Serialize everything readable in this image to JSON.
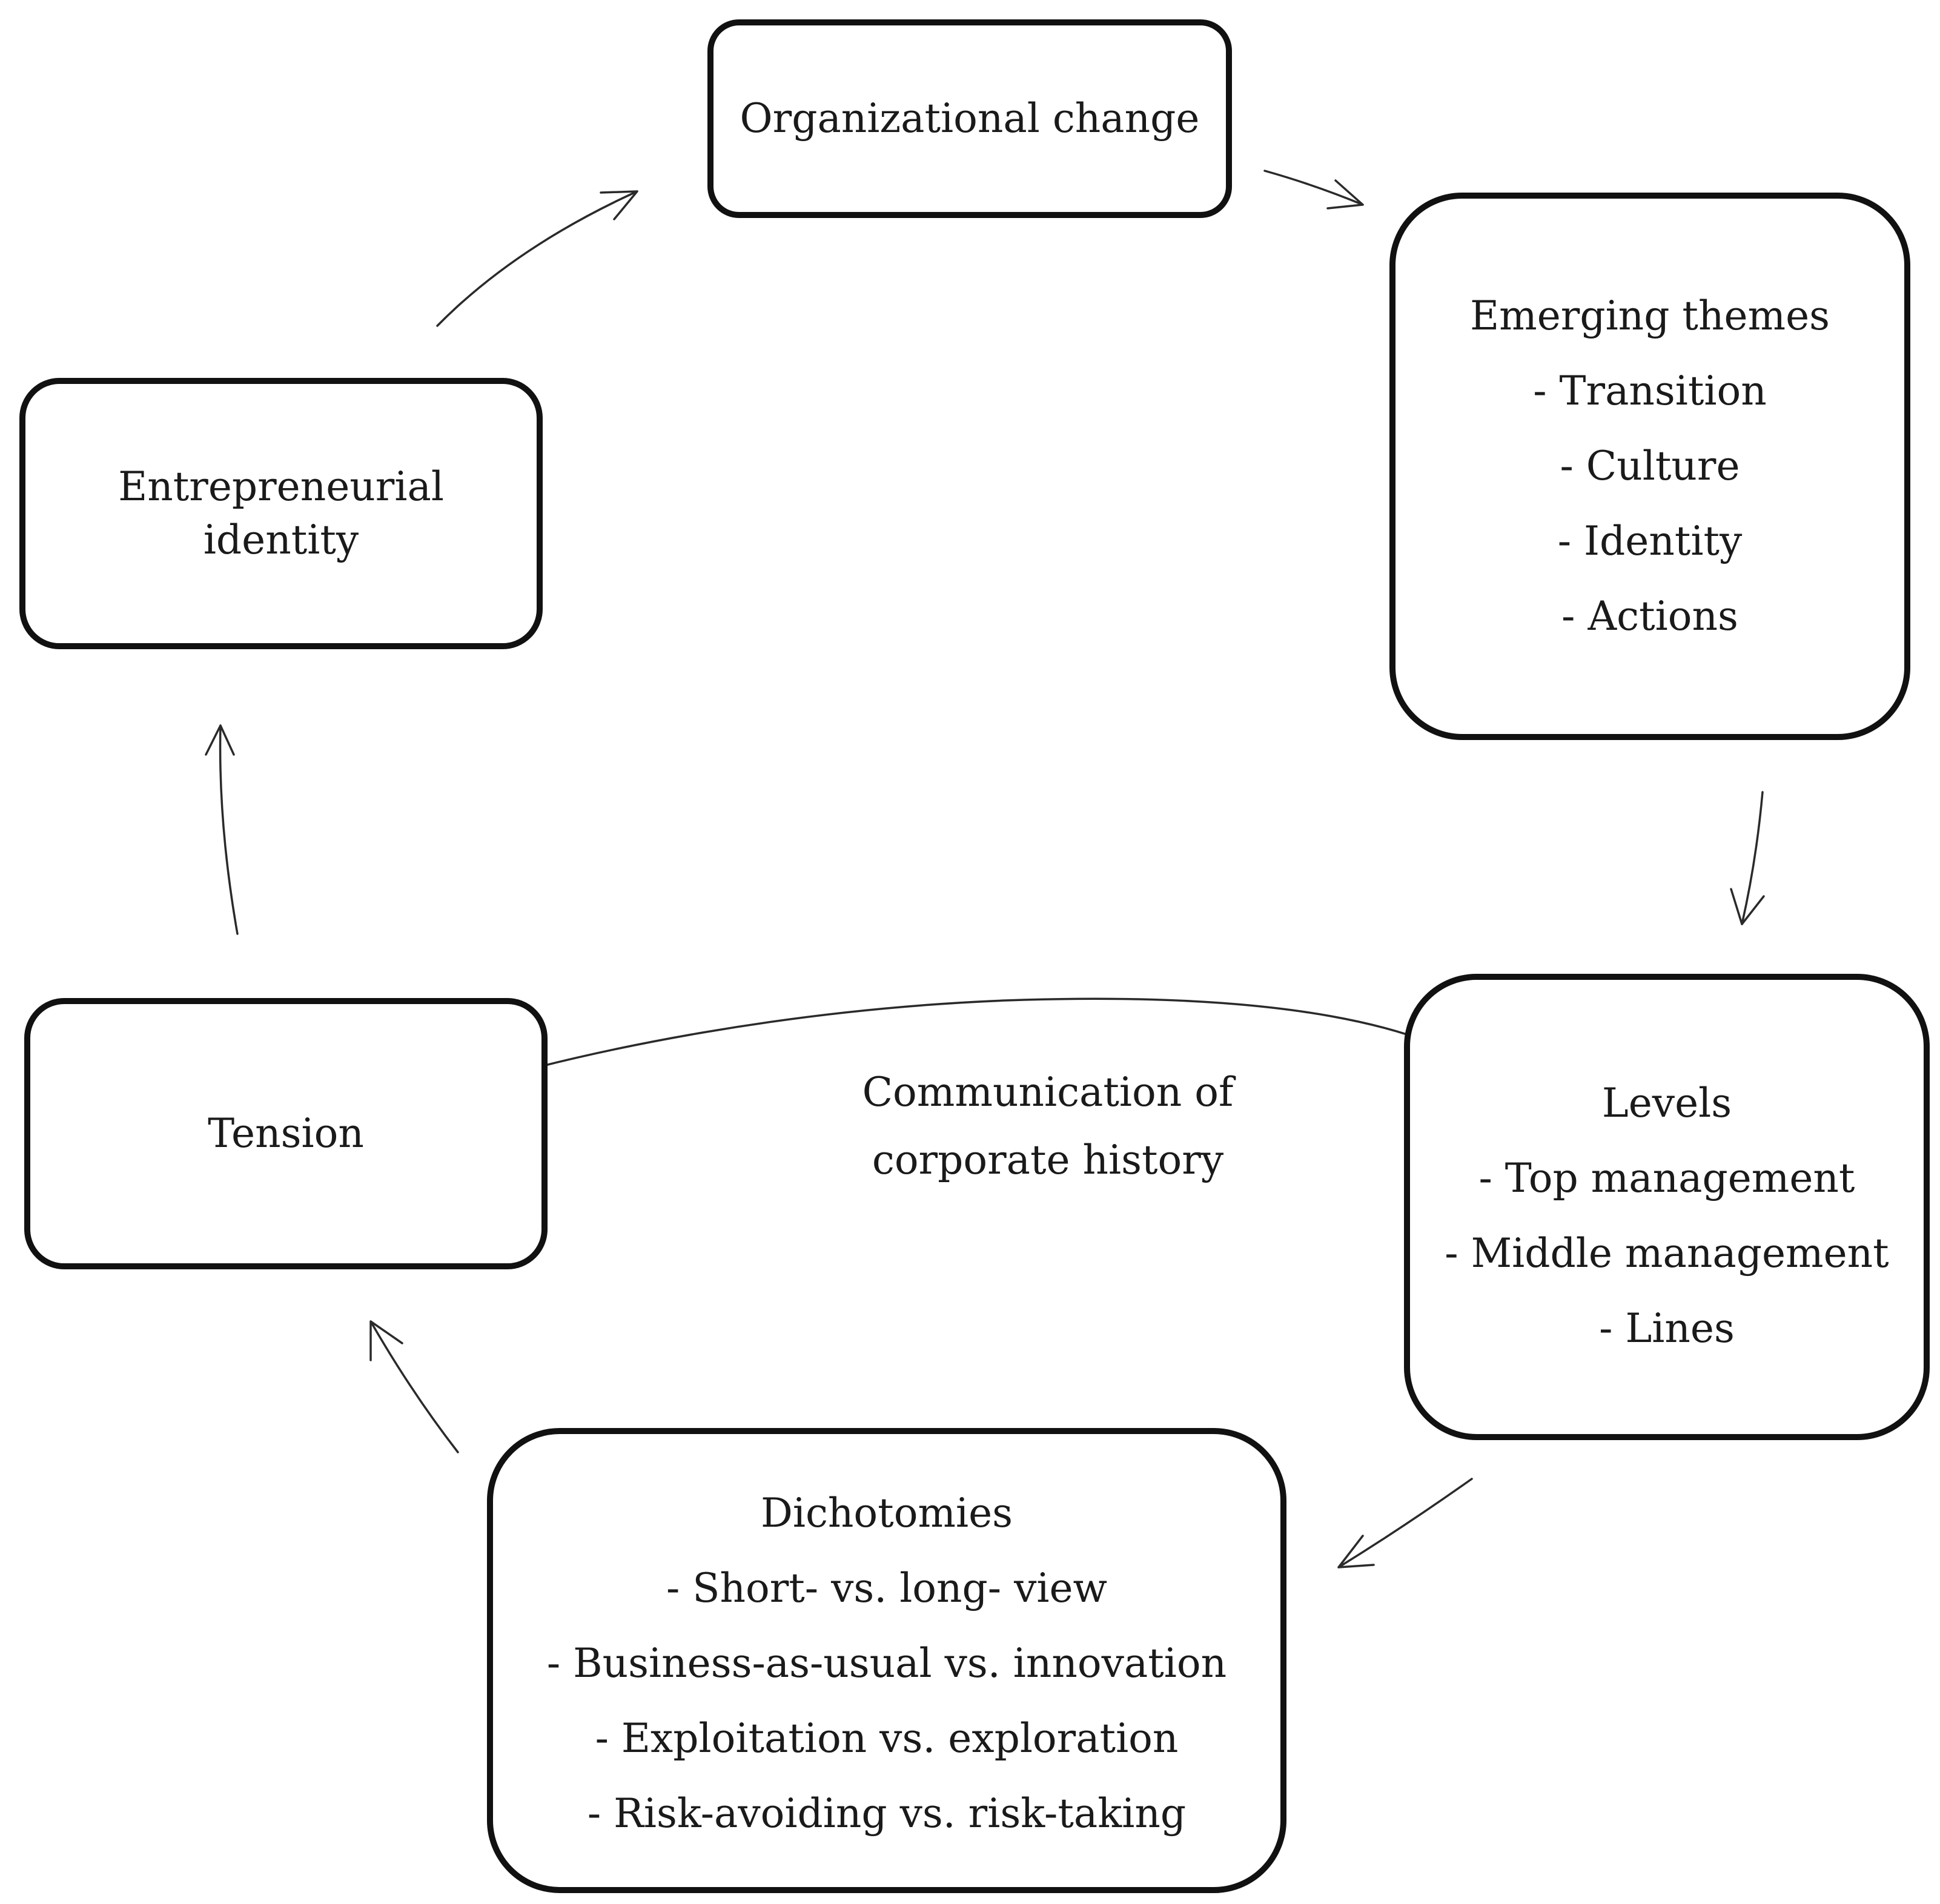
{
  "nodes": {
    "organizational_change": {
      "lines": [
        "Organizational change"
      ]
    },
    "emerging_themes": {
      "lines": [
        "Emerging themes",
        "- Transition",
        "- Culture",
        "- Identity",
        "- Actions"
      ]
    },
    "levels": {
      "lines": [
        "Levels",
        "- Top management",
        "- Middle management",
        "- Lines"
      ]
    },
    "dichotomies": {
      "lines": [
        "Dichotomies",
        "- Short- vs. long- view",
        "- Business-as-usual vs. innovation",
        "- Exploitation vs. exploration",
        "- Risk-avoiding vs. risk-taking"
      ]
    },
    "tension": {
      "lines": [
        "Tension"
      ]
    },
    "entrepreneurial_identity": {
      "lines": [
        "Entrepreneurial",
        "identity"
      ]
    }
  },
  "edge_label": {
    "lines": [
      "Communication of",
      "corporate history"
    ]
  },
  "edges": [
    {
      "from": "organizational_change",
      "to": "emerging_themes"
    },
    {
      "from": "emerging_themes",
      "to": "levels"
    },
    {
      "from": "levels",
      "to": "dichotomies"
    },
    {
      "from": "dichotomies",
      "to": "tension"
    },
    {
      "from": "tension",
      "to": "entrepreneurial_identity"
    },
    {
      "from": "entrepreneurial_identity",
      "to": "organizational_change"
    },
    {
      "from": "levels",
      "to": "tension",
      "label": "edge_label"
    }
  ]
}
